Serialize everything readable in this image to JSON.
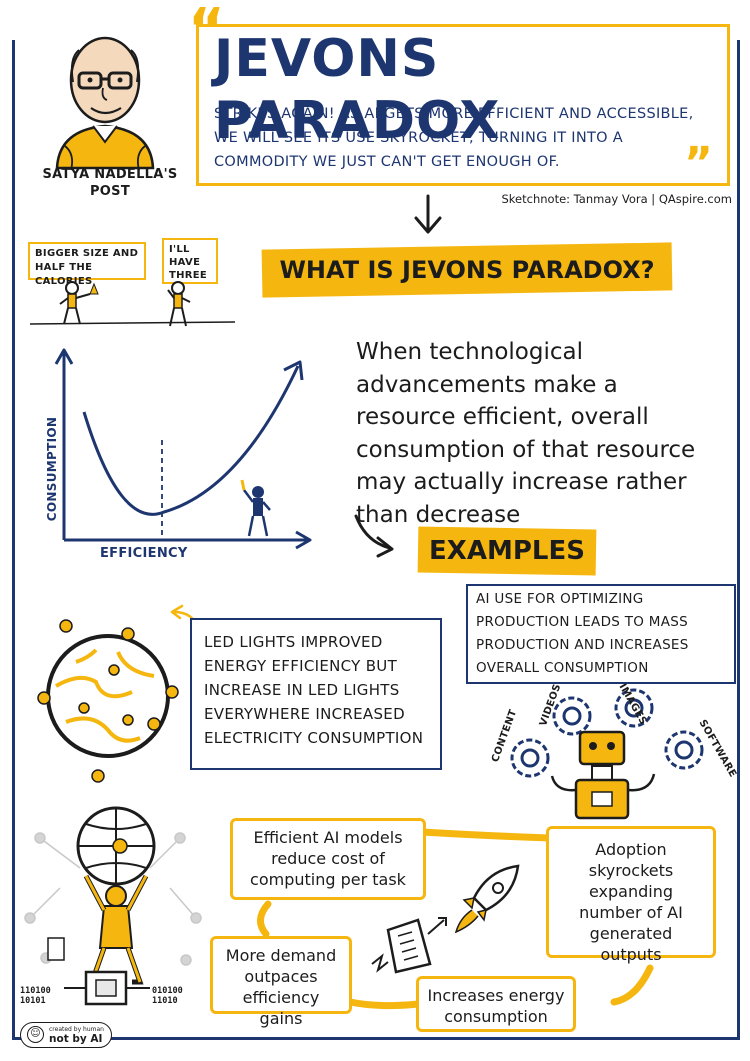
{
  "header": {
    "title": "JEVONS PARADOX",
    "quote": "STRIKES AGAIN! AS AI GETS MORE EFFICIENT AND ACCESSIBLE, WE WILL SEE ITS USE SKYROCKET, TURNING IT INTO A COMMODITY WE JUST CAN'T GET ENOUGH OF.",
    "avatar_caption_line1": "SATYA NADELLA'S",
    "avatar_caption_line2": "POST",
    "credit": "Sketchnote: Tanmay Vora | QAspire.com"
  },
  "what_is": {
    "banner": "WHAT IS JEVONS PARADOX?",
    "definition": "When technological advancements make a resource efficient, overall consumption of that resource may actually increase rather than decrease"
  },
  "bubbles": {
    "left": "BIGGER SIZE and HALF the CALORIES",
    "right": "I'LL HAVE THREE"
  },
  "graph": {
    "ylabel": "CONSUMPTION",
    "xlabel": "EFFICIENCY"
  },
  "examples": {
    "banner": "EXAMPLES",
    "led": "LED LIGHTS IMPROVED ENERGY EFFICIENCY BUT INCREASE IN LED LIGHTS EVERYWHERE INCREASED ELECTRICITY CONSUMPTION",
    "ai_production": "AI USE FOR OPTIMIZING PRODUCTION LEADS TO MASS PRODUCTION and INCREASES OVERALL CONSUMPTION",
    "gear_labels": [
      "CONTENT",
      "VIDEOS",
      "IMAGES",
      "SOFTWARE"
    ]
  },
  "cycle": {
    "step1": "Efficient AI models reduce cost of computing per task",
    "step2": "Adoption skyrockets expanding number of AI generated outputs",
    "step3": "Increases energy consumption",
    "step4": "More demand outpaces efficiency gains"
  },
  "binary": {
    "left_top": "110100",
    "left_bottom": "10101",
    "right_top": "010100",
    "right_bottom": "11010"
  },
  "badge": {
    "line1": "created by human",
    "line2": "not by AI"
  },
  "colors": {
    "navy": "#1d3670",
    "yellow": "#f5b70f"
  }
}
